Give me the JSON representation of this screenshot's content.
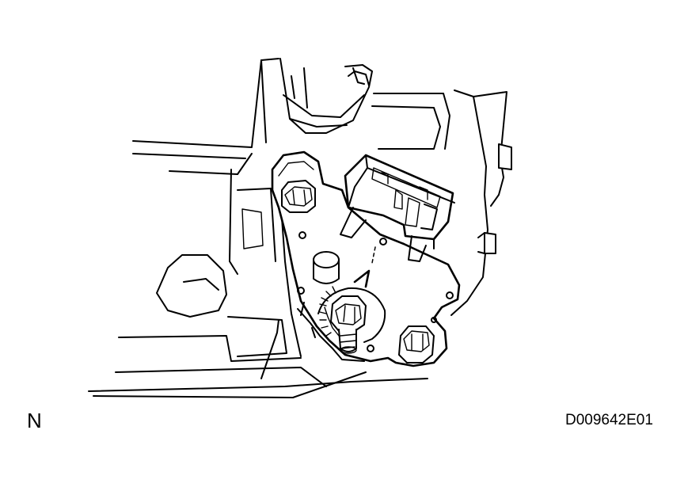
{
  "diagram": {
    "position_label": "N",
    "figure_code": "D009642E01"
  },
  "icons": {
    "illustration": "park-neutral-position-switch-drawing"
  },
  "colors": {
    "ink": "#000000",
    "background": "#ffffff"
  }
}
